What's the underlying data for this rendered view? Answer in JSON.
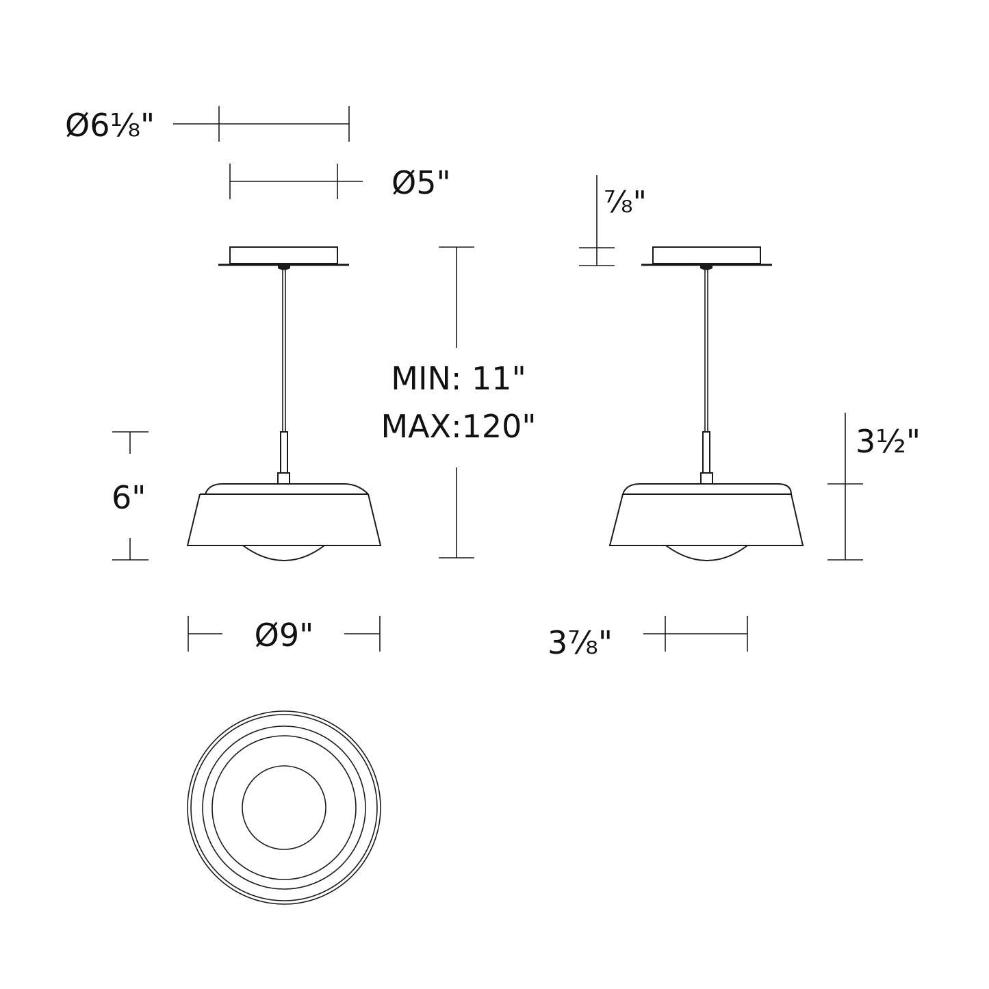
{
  "drawing": {
    "title": "Pendant light dimension drawing",
    "line_color": "#1a1a1a",
    "background": "#ffffff",
    "views": [
      {
        "name": "front-view"
      },
      {
        "name": "side-view"
      },
      {
        "name": "bottom-view"
      }
    ]
  },
  "labels": {
    "canopy_plate_diameter": "Ø6⅛\"",
    "canopy_box_diameter": "Ø5\"",
    "canopy_height": "⅞\"",
    "overall_height_min": "MIN: 11\"",
    "overall_height_max": "MAX:120\"",
    "fixture_height": "6\"",
    "shade_height": "3½\"",
    "shade_diameter": "Ø9\"",
    "side_offset": "3⅞\""
  }
}
